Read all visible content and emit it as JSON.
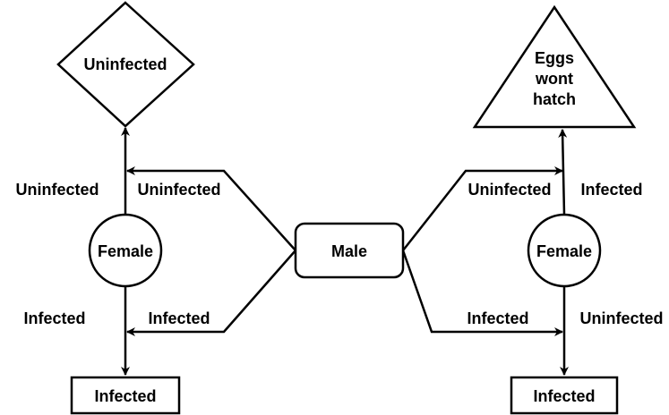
{
  "nodes": {
    "male": "Male",
    "female_left": "Female",
    "female_right": "Female",
    "top_left_outcome": "Uninfected",
    "top_right_outcome": [
      "Eggs",
      "wont",
      "hatch"
    ],
    "bottom_left_outcome": "Infected",
    "bottom_right_outcome": "Infected"
  },
  "labels": {
    "left_female_up": "Uninfected",
    "left_male_up": "Uninfected",
    "left_female_down": "Infected",
    "left_male_down": "Infected",
    "right_male_up": "Uninfected",
    "right_female_up": "Infected",
    "right_male_down": "Infected",
    "right_female_down": "Uninfected"
  },
  "colors": {
    "stroke": "#000000",
    "fill": "#ffffff",
    "text": "#000000"
  }
}
